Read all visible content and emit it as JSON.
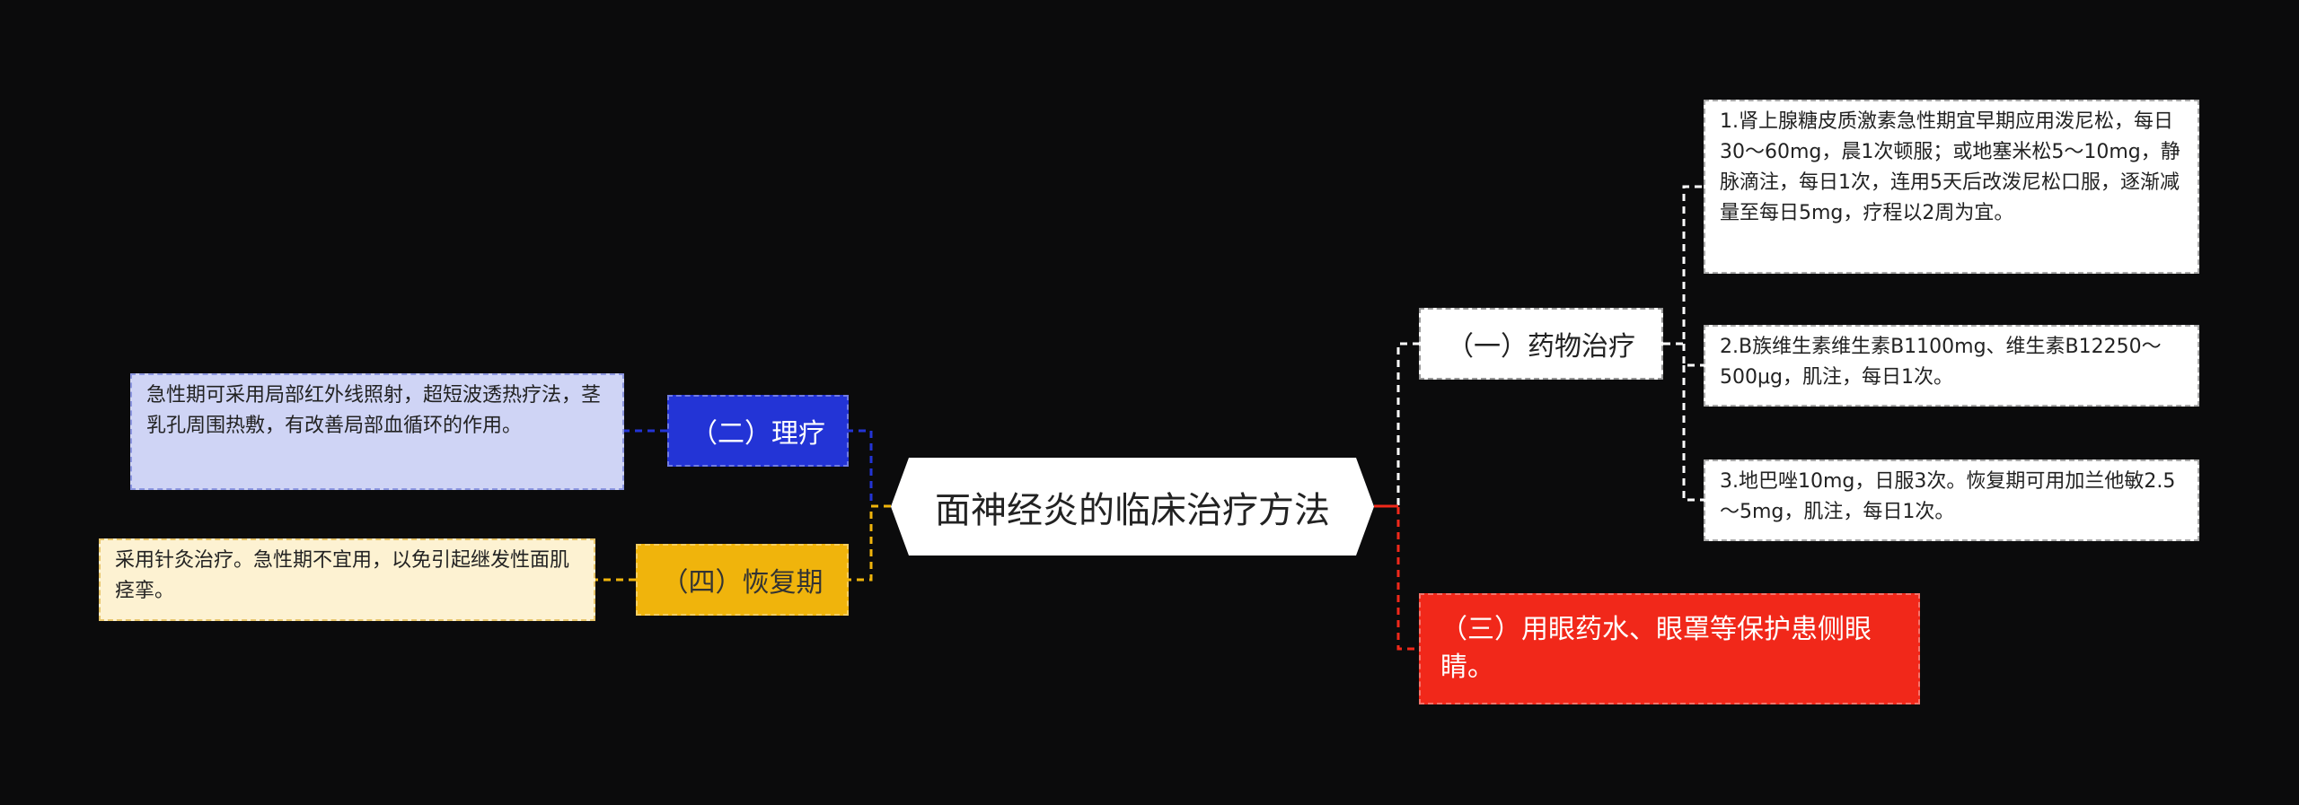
{
  "root": {
    "label": "面神经炎的临床治疗方法"
  },
  "topics": {
    "drug": {
      "label": "（一）药物治疗"
    },
    "physio": {
      "label": "（二）理疗"
    },
    "eye": {
      "label": "（三）用眼药水、眼罩等保护患侧眼睛。"
    },
    "recovery": {
      "label": "（四）恢复期"
    }
  },
  "leaves": {
    "drug_1": "1.肾上腺糖皮质激素急性期宜早期应用泼尼松，每日30～60mg，晨1次顿服；或地塞米松5～10mg，静脉滴注，每日1次，连用5天后改泼尼松口服，逐渐减量至每日5mg，疗程以2周为宜。",
    "drug_2": "2.B族维生素维生素B1100mg、维生素B12250～500μg，肌注，每日1次。",
    "drug_3": "3.地巴唑10mg，日服3次。恢复期可用加兰他敏2.5～5mg，肌注，每日1次。",
    "physio_1": "急性期可采用局部红外线照射，超短波透热疗法，茎乳孔周围热敷，有改善局部血循环的作用。",
    "recovery_1": "采用针灸治疗。急性期不宜用，以免引起继发性面肌痉挛。"
  },
  "colors": {
    "background": "#0b0b0c",
    "drug": "#ffffff",
    "physio": "#2334d6",
    "eye": "#f1281a",
    "recovery": "#f0b40c"
  }
}
